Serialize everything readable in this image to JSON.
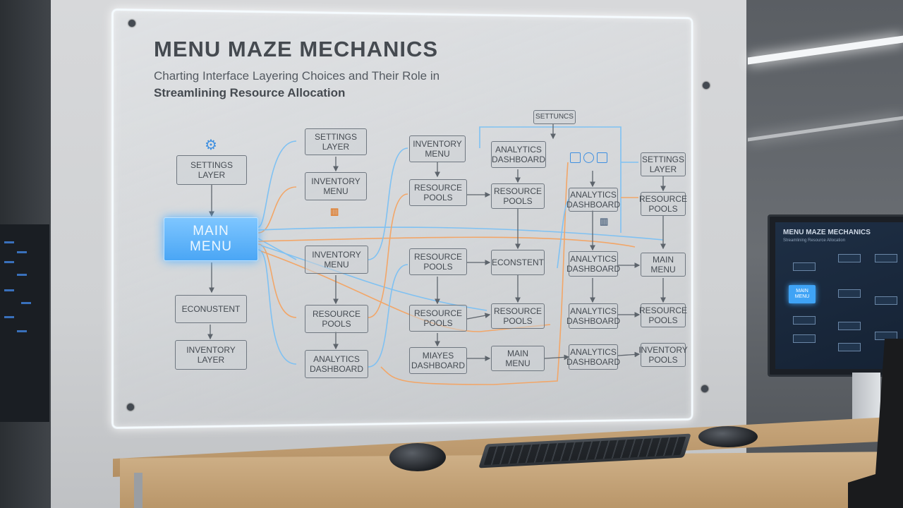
{
  "board": {
    "title": "MENU MAZE MECHANICS",
    "subtitle": "Charting Interface Layering Choices and Their Role in",
    "subtitle2": "Streamlining Resource Allocation"
  },
  "nodes": {
    "settings_layer_left": "SETTINGS\nLAYER",
    "main_menu": "MAIN\nMENU",
    "econ_left": "ECONUSTENT",
    "inventory_layer": "INVENTORY\nLAYER",
    "settings_layer_top": "SETTINGS\nLAYER",
    "inventory_menu_a": "INVENTORY\nMENU",
    "inventory_menu_b": "INVENTORY\nMENU",
    "resource_pools_a": "RESOURCE\nPOOLS",
    "analytics_dashboard_a": "ANALYTICS\nDASHBOARD",
    "inventory_menu_c": "INVENTORY\nMENU",
    "resource_pools_b": "RESOURCE\nPOOLS",
    "resource_pools_c": "RESOURCE\nPOOLS",
    "resource_pools_d": "RESOURCE\nPOOLS",
    "miayes_dashboard": "MIAYES\nDASHBOARD",
    "settings_tag": "SETTUNCS",
    "analytics_dashboard_b": "ANALYTICS\nDASHBOARD",
    "resource_pools_e": "RESOURCE\nPOOLS",
    "econ_mid": "ECONSTENT",
    "resource_pools_f": "RESOURCE\nPOOLS",
    "main_menu_small": "MAIN\nMENU",
    "analytics_dashboard_c": "ANALYTICS\nDASHBOARD",
    "analytics_dashboard_d": "ANALYTICS\nDASHBOARD",
    "analytics_dashboard_e": "ANALYTICS\nDASHBOARD",
    "analytics_dashboard_f": "ANALYTICS\nDASHBOARD",
    "settings_layer_right": "SETTINGS\nLAYER",
    "resource_pools_g": "RESOURCE\nPOOLS",
    "main_menu_right": "MAIN\nMENU",
    "resource_pools_h": "RESOURCE\nPOOLS",
    "inventory_pools": "INVENTORY\nPOOLS"
  },
  "monitor": {
    "title": "MENU MAZE MECHANICS",
    "subtitle": "Streamlining Resource Allocation",
    "main": "MAIN\nMENU"
  },
  "icons": {
    "gear": "gear-icon",
    "bars": "bar-chart-icon"
  },
  "colors": {
    "accent_blue": "#4aa6f5",
    "accent_orange": "#e8893a",
    "wire_blue": "#6db8f0",
    "wire_orange": "#f0a060"
  }
}
